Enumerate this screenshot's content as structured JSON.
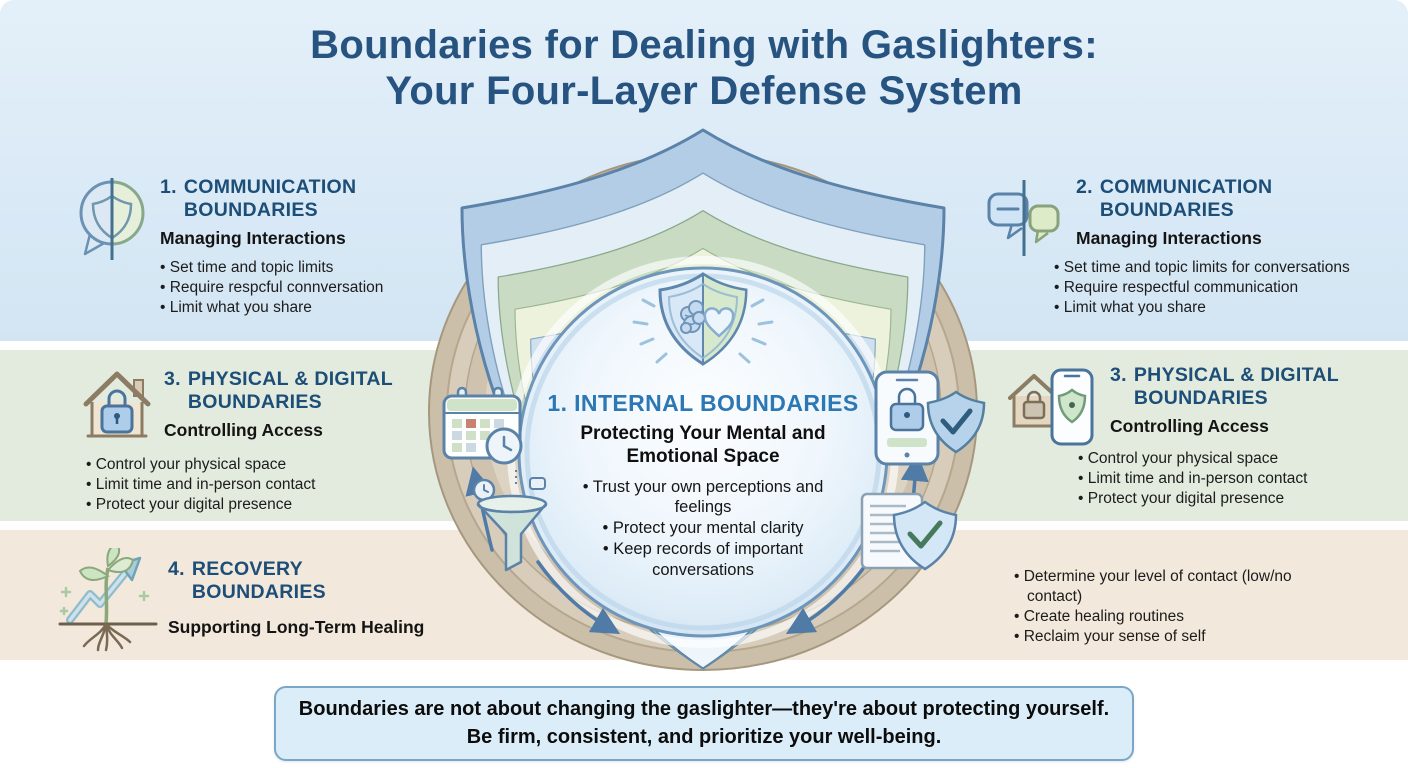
{
  "title": {
    "line1": "Boundaries for Dealing with Gaslighters:",
    "line2": "Your Four-Layer Defense System"
  },
  "sections": {
    "comm_left": {
      "number": "1.",
      "heading": "COMMUNICATION BOUNDARIES",
      "subtitle": "Managing Interactions",
      "icon": "speech-bubble-shield-icon",
      "bullets": [
        "Set time and topic limits",
        "Require respcful connversation",
        "Limit what you share"
      ]
    },
    "comm_right": {
      "number": "2.",
      "heading": "COMMUNICATION BOUNDARIES",
      "subtitle": "Managing Interactions",
      "icon": "dual-speech-bubbles-icon",
      "bullets": [
        "Set time and topic limits for conversations",
        "Require respectful communication",
        "Limit what you share"
      ]
    },
    "physical_left": {
      "number": "3.",
      "heading": "PHYSICAL & DIGITAL BOUNDARIES",
      "subtitle": "Controlling Access",
      "icon": "house-lock-icon",
      "bullets": [
        "Control your physical space",
        "Limit time and in-person contact",
        "Protect your digital presence"
      ]
    },
    "physical_right": {
      "number": "3.",
      "heading": "PHYSICAL & DIGITAL BOUNDARIES",
      "subtitle": "Controlling Access",
      "icon": "house-phone-shield-icon",
      "bullets": [
        "Control your physical space",
        "Limit time and in-person contact",
        "Protect your digital presence"
      ]
    },
    "recovery_left": {
      "number": "4.",
      "heading": "RECOVERY BOUNDARIES",
      "subtitle": "Supporting Long-Term Healing",
      "icon": "plant-growth-arrow-icon"
    },
    "recovery_right": {
      "bullets": [
        "Determine your level of contact (low/no contact)",
        "Create healing routines",
        "Reclaim your sense of self"
      ]
    }
  },
  "center": {
    "heading": "1. INTERNAL BOUNDARIES",
    "subtitle_line1": "Protecting Your Mental and",
    "subtitle_line2": "Emotional Space",
    "bullets": [
      "Trust your own perceptions and feelings",
      "Protect your mental clarity",
      "Keep records of important conversations"
    ],
    "icons": [
      "brain-heart-shield-icon",
      "calendar-clock-icon",
      "funnel-icon",
      "phone-lock-check-icon",
      "document-shield-check-icon"
    ]
  },
  "footer": {
    "line1": "Boundaries are not about changing the gaslighter—they're about protecting yourself.",
    "line2": "Be firm, consistent, and prioritize your well-being."
  },
  "colors": {
    "title_blue": "#26537f",
    "heading_blue": "#1d4e77",
    "center_heading_blue": "#2b78b4",
    "body_text": "#1c1c1c",
    "band_blue": "#d9e9f6",
    "band_green": "#e2ebde",
    "band_tan": "#f2e8db",
    "callout_bg": "#daedf8",
    "callout_border": "#7ba6c6",
    "shield_blue": "#b4cde6",
    "shield_green": "#c9dcc3",
    "ring_tan": "#ccbfa9"
  }
}
